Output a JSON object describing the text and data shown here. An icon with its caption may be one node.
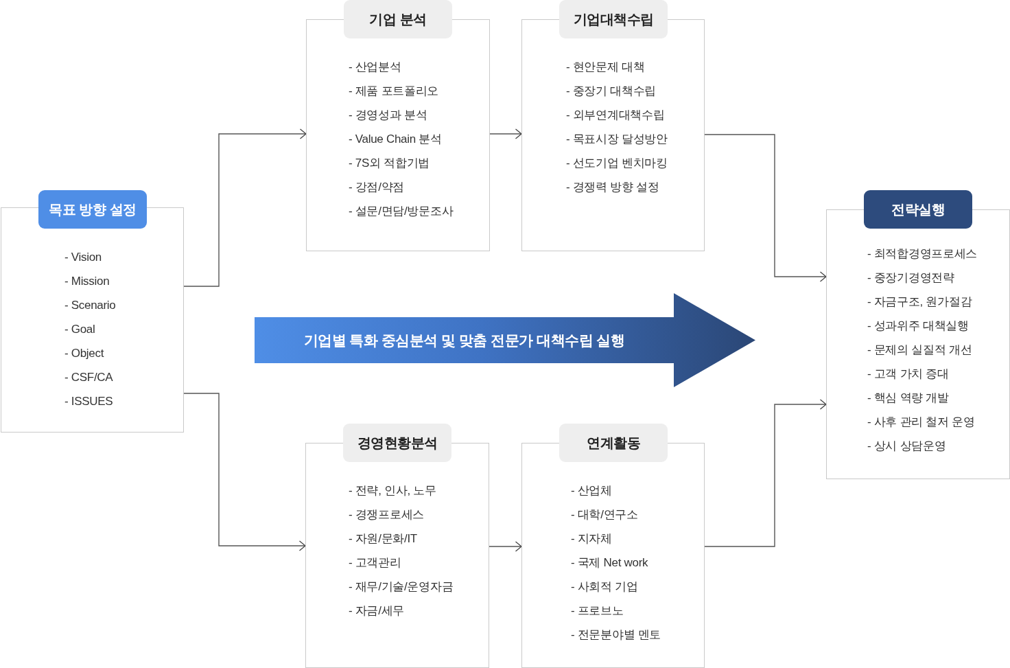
{
  "diagram": {
    "nodes": [
      {
        "text": [
          "목표 방향 설정",
          "- Vision",
          "- Mission",
          "- Scenario",
          "- Goal",
          "- Object",
          "- CSF/CA",
          "- ISSUES"
        ]
      },
      {
        "text": [
          "기업 분석",
          "- 산업분석",
          "- 제품 포트폴리오",
          "- 경영성과 분석",
          "- Value Chain 분석",
          "- 7S외 적합기법",
          "- 강점/약점",
          "- 설문/면담/방문조사"
        ]
      },
      {
        "text": [
          "기업대책수립",
          "- 현안문제 대책",
          "- 중장기 대책수립",
          "- 외부연계대책수립",
          "- 목표시장 달성방안",
          "- 선도기업 벤치마킹",
          "- 경쟁력 방향 설정"
        ]
      },
      {
        "text": [
          "경영현황분석",
          "- 전략, 인사, 노무",
          "- 경쟁프로세스",
          "- 자원/문화/IT",
          "- 고객관리",
          "- 재무/기술/운영자금",
          "- 자금/세무"
        ]
      },
      {
        "text": [
          "연계활동",
          "- 산업체",
          "- 대학/연구소",
          "- 지자체",
          "- 국제 Net work",
          "- 사회적 기업",
          "- 프로브노",
          "- 전문분야별 멘토"
        ]
      },
      {
        "text": [
          "전략실행",
          "- 최적합경영프로세스",
          "- 중장기경영전략",
          "- 자금구조, 원가절감",
          "- 성과위주 대책실행",
          "- 문제의 실질적 개선",
          "- 고객 가치 증대",
          "- 핵심 역량 개발",
          "- 사후 관리 철저 운영",
          "- 상시 상담운영"
        ]
      },
      {
        "text": [
          "기업별 특화 중심분석 및 맞춤 전문가 대책수립 실행"
        ]
      }
    ],
    "edges": [
      {
        "from": 0,
        "to": 1,
        "arrow": "to"
      },
      {
        "from": 0,
        "to": 3,
        "arrow": "to"
      },
      {
        "from": 1,
        "to": 2,
        "arrow": "to"
      },
      {
        "from": 3,
        "to": 4,
        "arrow": "to"
      },
      {
        "from": 2,
        "to": 5,
        "arrow": "to"
      },
      {
        "from": 4,
        "to": 5,
        "arrow": "to"
      }
    ]
  }
}
